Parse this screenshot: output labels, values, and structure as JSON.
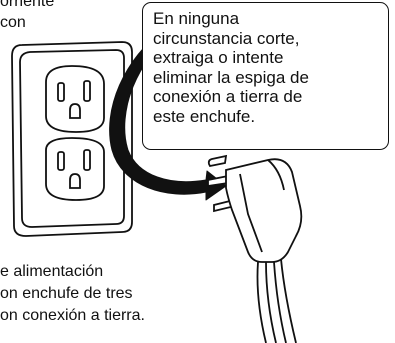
{
  "top_fragment": [
    "orriente",
    "con"
  ],
  "warning_lines": [
    "En ninguna",
    "circunstancia corte,",
    "extraiga o intente",
    "eliminar la espiga de",
    "conexión a tierra de",
    "este enchufe."
  ],
  "bottom_fragment": [
    "e alimentación",
    "on enchufe de tres",
    "on conexión a tierra."
  ]
}
